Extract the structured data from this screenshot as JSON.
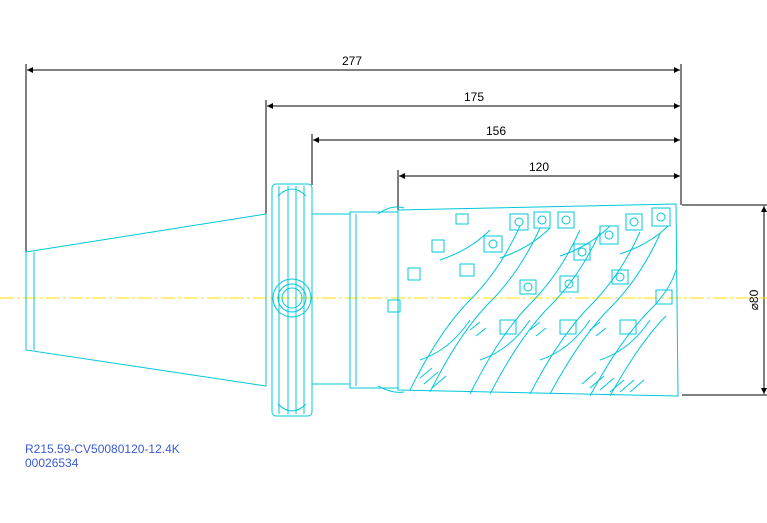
{
  "dimensions": {
    "overall_length": "277",
    "length_175": "175",
    "length_156": "156",
    "cutting_length": "120",
    "diameter": "⌀80"
  },
  "caption": {
    "part_number": "R215.59-CV50080120-12.4K",
    "item_number": "00026534"
  },
  "colors": {
    "tool_outline": "#00c8d8",
    "centerline": "#ffe000",
    "dimensions": "#000000",
    "caption": "#3b5bd6"
  }
}
